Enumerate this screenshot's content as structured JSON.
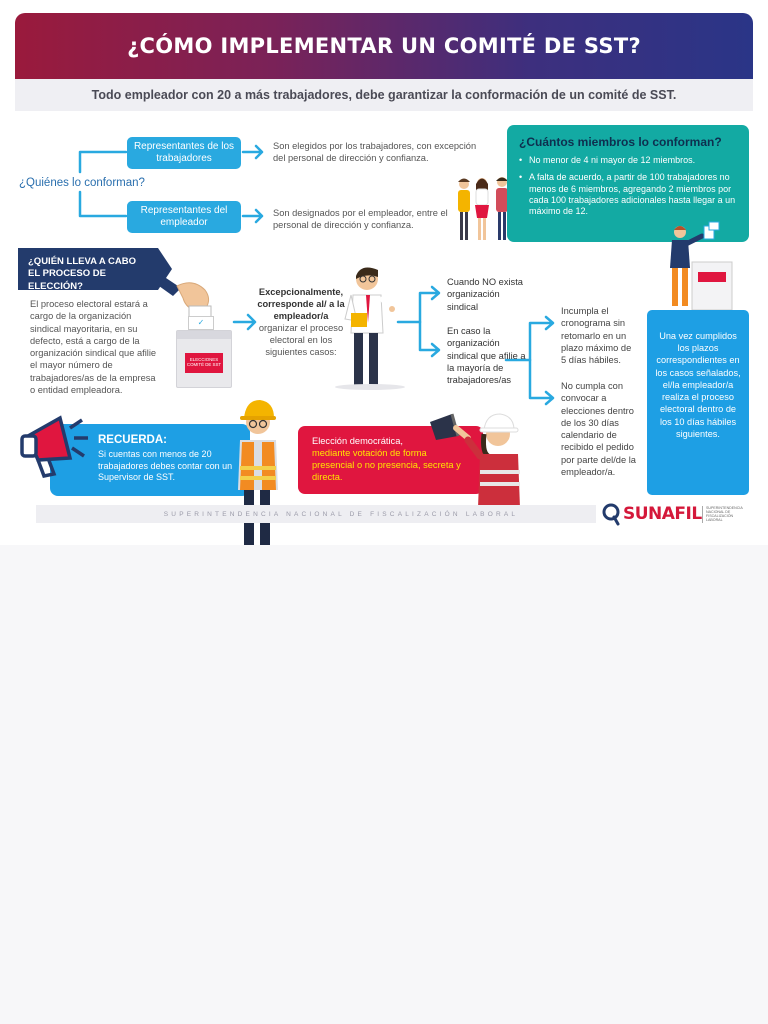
{
  "header": {
    "title": "¿CÓMO IMPLEMENTAR UN COMITÉ DE SST?",
    "subtitle": "Todo empleador con 20 a más trabajadores, debe garantizar la conformación de un comité de SST."
  },
  "who": {
    "question": "¿Quiénes lo conforman?",
    "rep_workers": {
      "label": "Representantes de los trabajadores",
      "desc": "Son elegidos por los trabajadores, con excepción del personal de dirección y confianza."
    },
    "rep_employer": {
      "label": "Representantes del empleador",
      "desc": "Son designados por el empleador, entre el personal de dirección y confianza."
    }
  },
  "members": {
    "title": "¿Cuántos miembros lo conforman?",
    "items": [
      "No menor de 4 ni mayor de 12 miembros.",
      "A falta de acuerdo, a partir de 100 trabajadores no menos de 6 miembros, agregando 2 miembros por cada 100 trabajadores adicionales hasta llegar a un máximo de 12."
    ]
  },
  "election": {
    "banner": "¿QUIÉN LLEVA A CABO EL PROCESO DE ELECCIÓN?",
    "text": "El proceso electoral estará a cargo de la organización sindical mayoritaria, en su defecto, está a cargo de la organización sindical que afilie el mayor número de trabajadores/as de la empresa o entidad empleadora.",
    "ballot_label_1": "ELECCIONES",
    "ballot_label_2": "COMITÉ DE SST",
    "exception_bold": "Excepcionalmente, corresponde al/ a la empleador/a",
    "exception_rest": "organizar el proceso electoral en los siguientes casos:",
    "case_1": "Cuando NO exista organización sindical",
    "case_2": "En caso la organización sindical que afilie a la mayoría de trabajadores/as",
    "sub_1": "Incumpla el cronograma sin retomarlo en un plazo máximo de 5 días hábiles.",
    "sub_2": "No cumpla con convocar a elecciones dentro de los 30 días calendario de recibido el pedido por parte del/de la empleador/a.",
    "final": "Una vez cumplidos los plazos correspondientes en los casos señalados, el/la empleador/a realiza el proceso electoral dentro de los 10 días hábiles siguientes."
  },
  "remember": {
    "title": "RECUERDA:",
    "text": "Si cuentas con menos de 20 trabajadores debes contar con un Supervisor de SST."
  },
  "democratic": {
    "part1": "Elección democrática,",
    "part2": "mediante votación de forma presencial o no presencia, secreta y directa."
  },
  "footer": {
    "org": "SUPERINTENDENCIA NACIONAL DE FISCALIZACIÓN LABORAL",
    "logo": "SUNAFIL",
    "logo_sub": "SUPERINTENDENCIA NACIONAL DE FISCALIZACIÓN LABORAL"
  },
  "colors": {
    "blue": "#29a9e0",
    "teal": "#13aaa3",
    "navy": "#233b6c",
    "red": "#e0163f",
    "yellow_text": "#ffe400"
  }
}
